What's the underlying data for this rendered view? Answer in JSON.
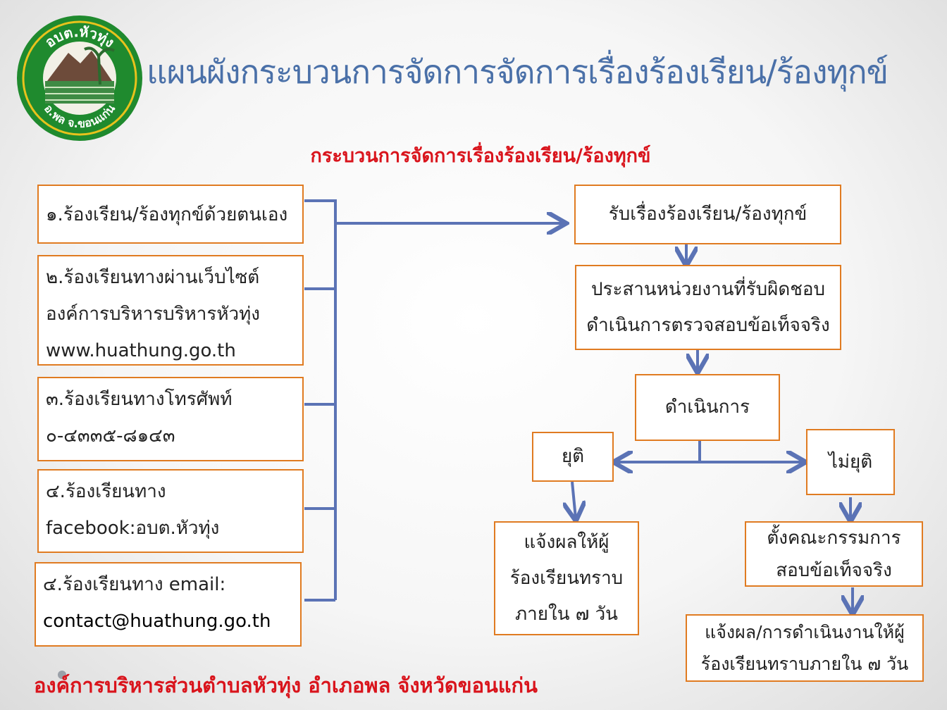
{
  "header": {
    "title": "แผนผังกระบวนการจัดการจัดการเรื่องร้องเรียน/ร้องทุกข์",
    "logo_top_text": "อบต.หัวทุ่ง",
    "logo_bottom_text": "อ.พล จ.ขอนแก่น"
  },
  "subtitle": "กระบวนการจัดการเรื่องร้องเรียน/ร้องทุกข์",
  "channels": [
    {
      "lines": [
        "๑.ร้องเรียน/ร้องทุกข์ด้วยตนเอง"
      ]
    },
    {
      "lines": [
        "๒.ร้องเรียนทางผ่านเว็บไซต์",
        "องค์การบริหารบริหารหัวทุ่ง",
        "www.huathung.go.th"
      ]
    },
    {
      "lines": [
        "๓.ร้องเรียนทางโทรศัพท์",
        "๐-๔๓๓๕-๘๑๔๓"
      ]
    },
    {
      "lines": [
        "๔.ร้องเรียนทาง",
        "facebook:อบต.หัวทุ่ง"
      ]
    },
    {
      "lines": [
        "๔.ร้องเรียนทาง email:",
        "contact@huathung.go.th"
      ]
    }
  ],
  "flow": {
    "receive": "รับเรื่องร้องเรียน/ร้องทุกข์",
    "coordinate": "ประสานหน่วยงานที่รับผิดชอบ\nดำเนินการตรวจสอบข้อเท็จจริง",
    "proceed": "ดำเนินการ",
    "resolved": "ยุติ",
    "unresolved": "ไม่ยุติ",
    "notify_resolved": "แจ้งผลให้ผู้\nร้องเรียนทราบ\nภายใน ๗ วัน",
    "committee": "ตั้งคณะกรรมการ\nสอบข้อเท็จจริง",
    "notify_unresolved": "แจ้งผล/การดำเนินงานให้ผู้\nร้องเรียนทราบภายใน ๗ วัน"
  },
  "footer": "องค์การบริหารส่วนตำบลหัวทุ่ง อำเภอพล จังหวัดขอนแก่น",
  "colors": {
    "title": "#4a70a8",
    "accent_red": "#d9141c",
    "box_border": "#e07b21",
    "connector": "#5b73b5",
    "logo_green": "#1f8a2e",
    "logo_gold": "#e8c21c"
  }
}
